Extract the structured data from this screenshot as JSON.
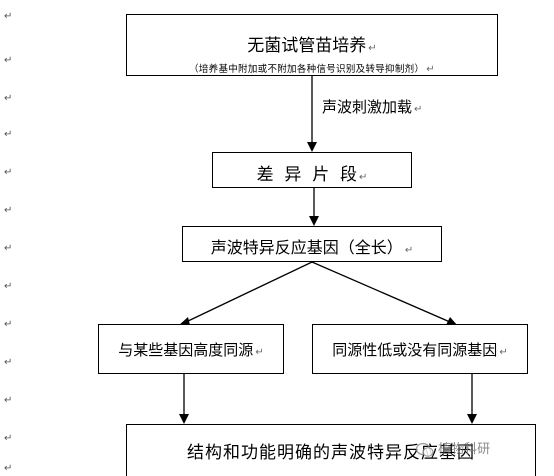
{
  "paragraph_mark": "↵",
  "nodes": {
    "top_title": "无菌试管苗培养",
    "top_subtitle": "（培养基中附加或不附加各种信号识别及转导抑制剂）",
    "edge_label": "声波刺激加载",
    "diff_fragment": "差  异  片  段",
    "gene_full": "声波特异反应基因（全长）",
    "homolog_high": "与某些基因高度同源",
    "homolog_low": "同源性低或没有同源基因",
    "final": "结构和功能明确的声波特异反应基因"
  },
  "watermark": "植物科研"
}
